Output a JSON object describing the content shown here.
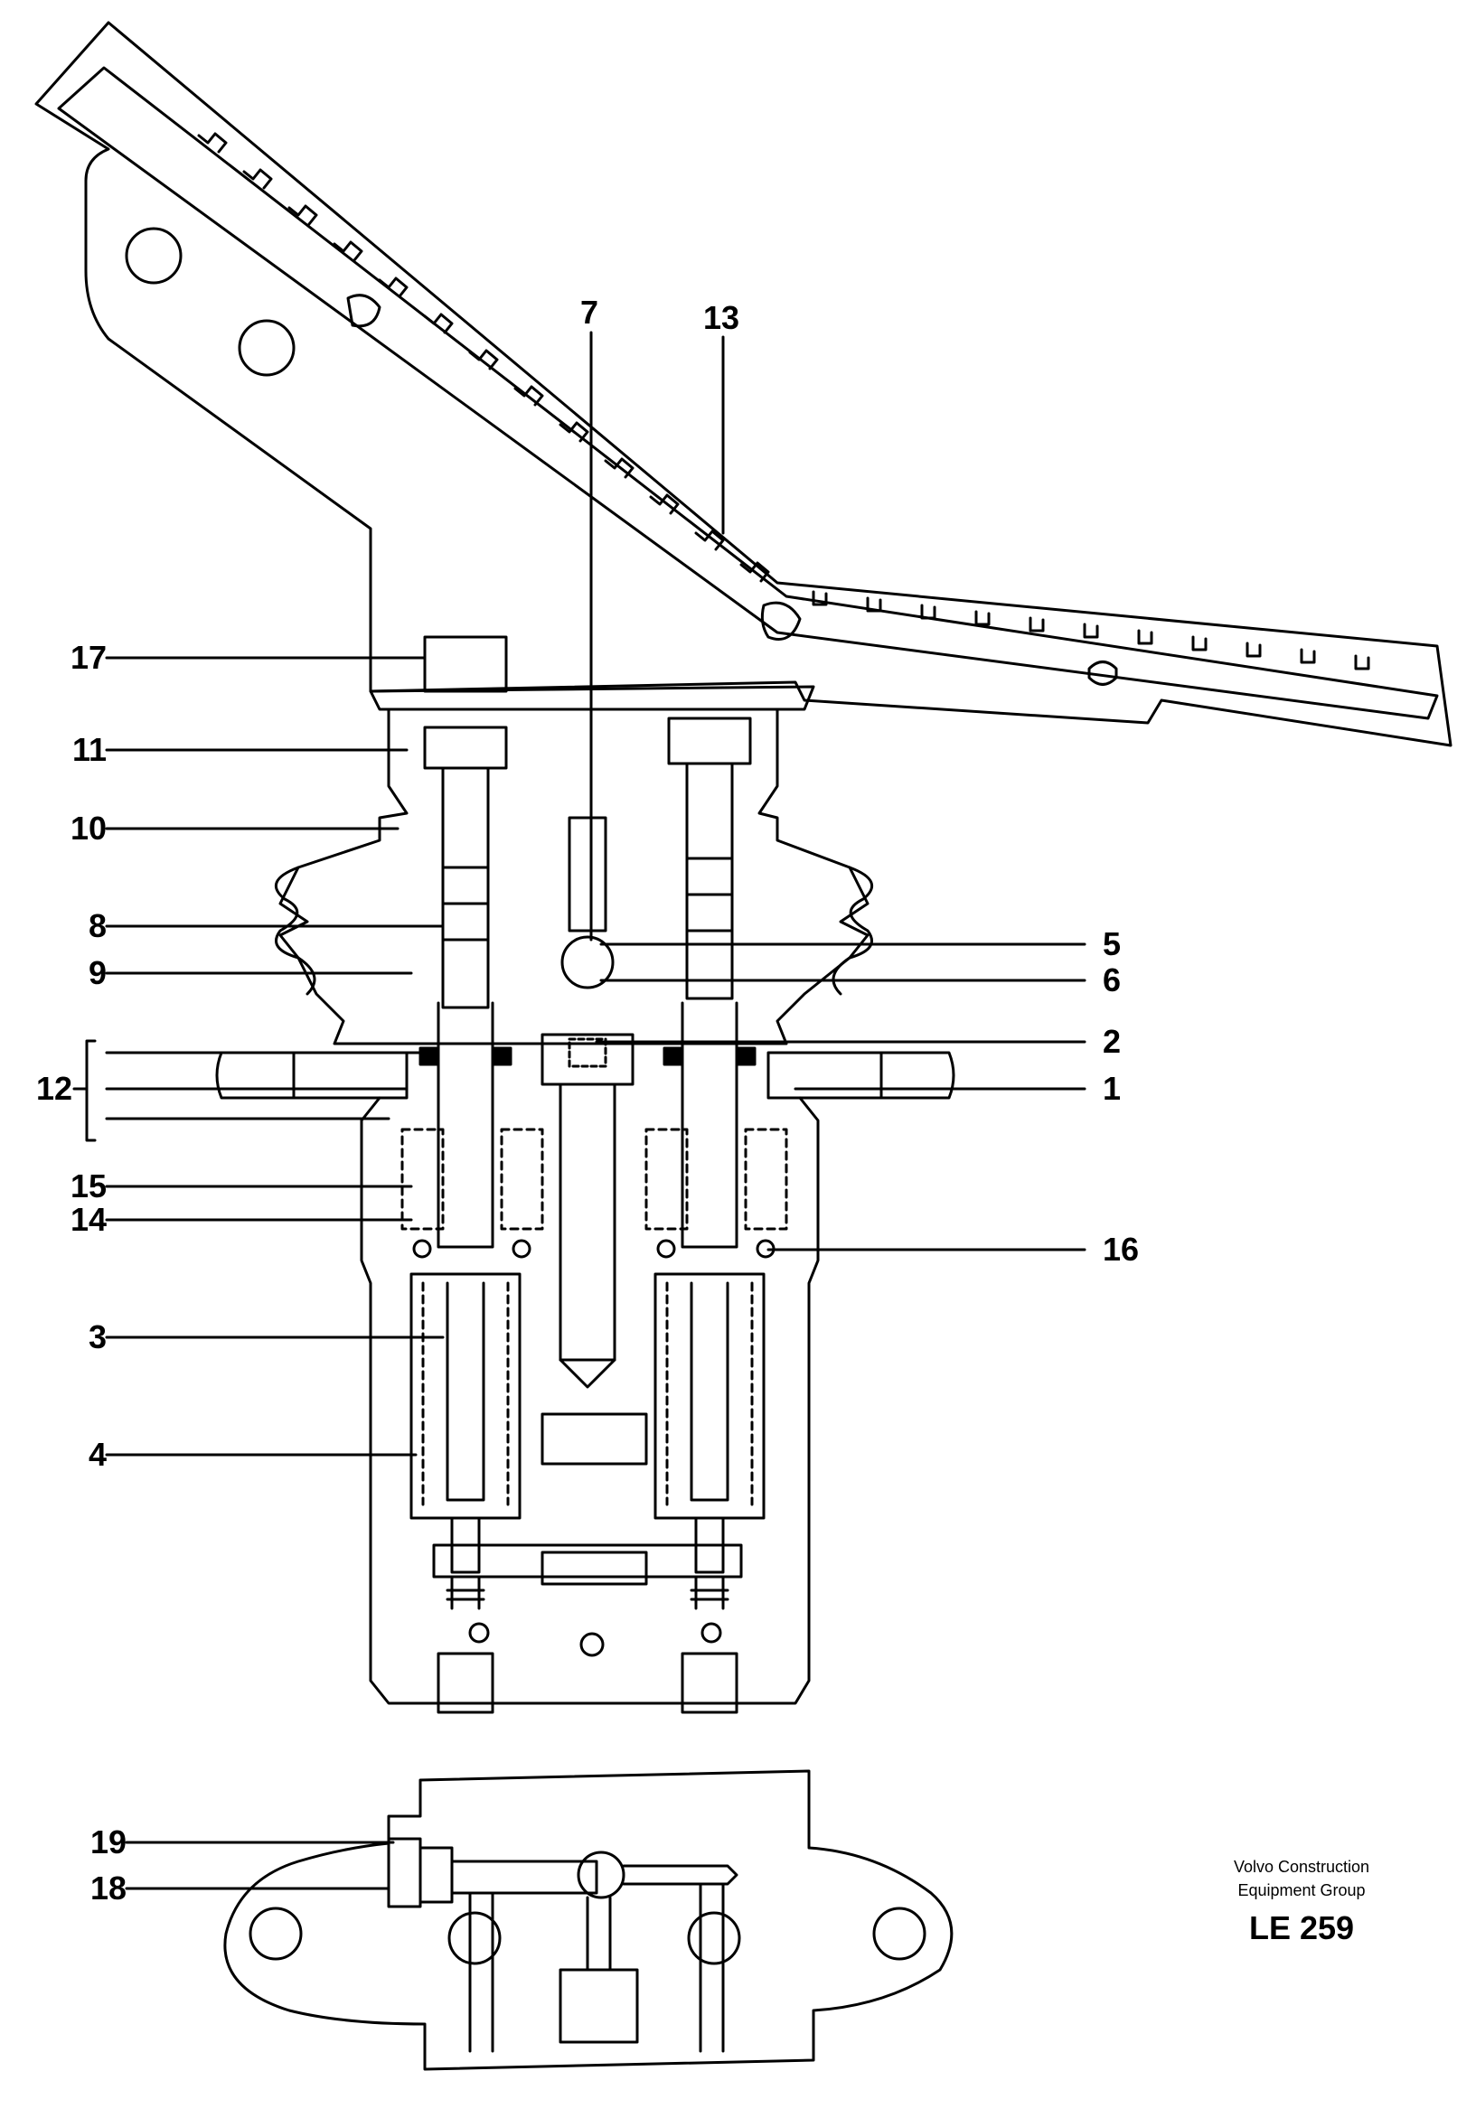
{
  "diagram": {
    "callouts": [
      "17",
      "11",
      "10",
      "8",
      "9",
      "12",
      "15",
      "14",
      "3",
      "4",
      "19",
      "18",
      "7",
      "13",
      "5",
      "6",
      "2",
      "1",
      "16"
    ]
  },
  "credit": {
    "line1": "Volvo Construction",
    "line2": "Equipment Group",
    "code": "LE 259"
  }
}
